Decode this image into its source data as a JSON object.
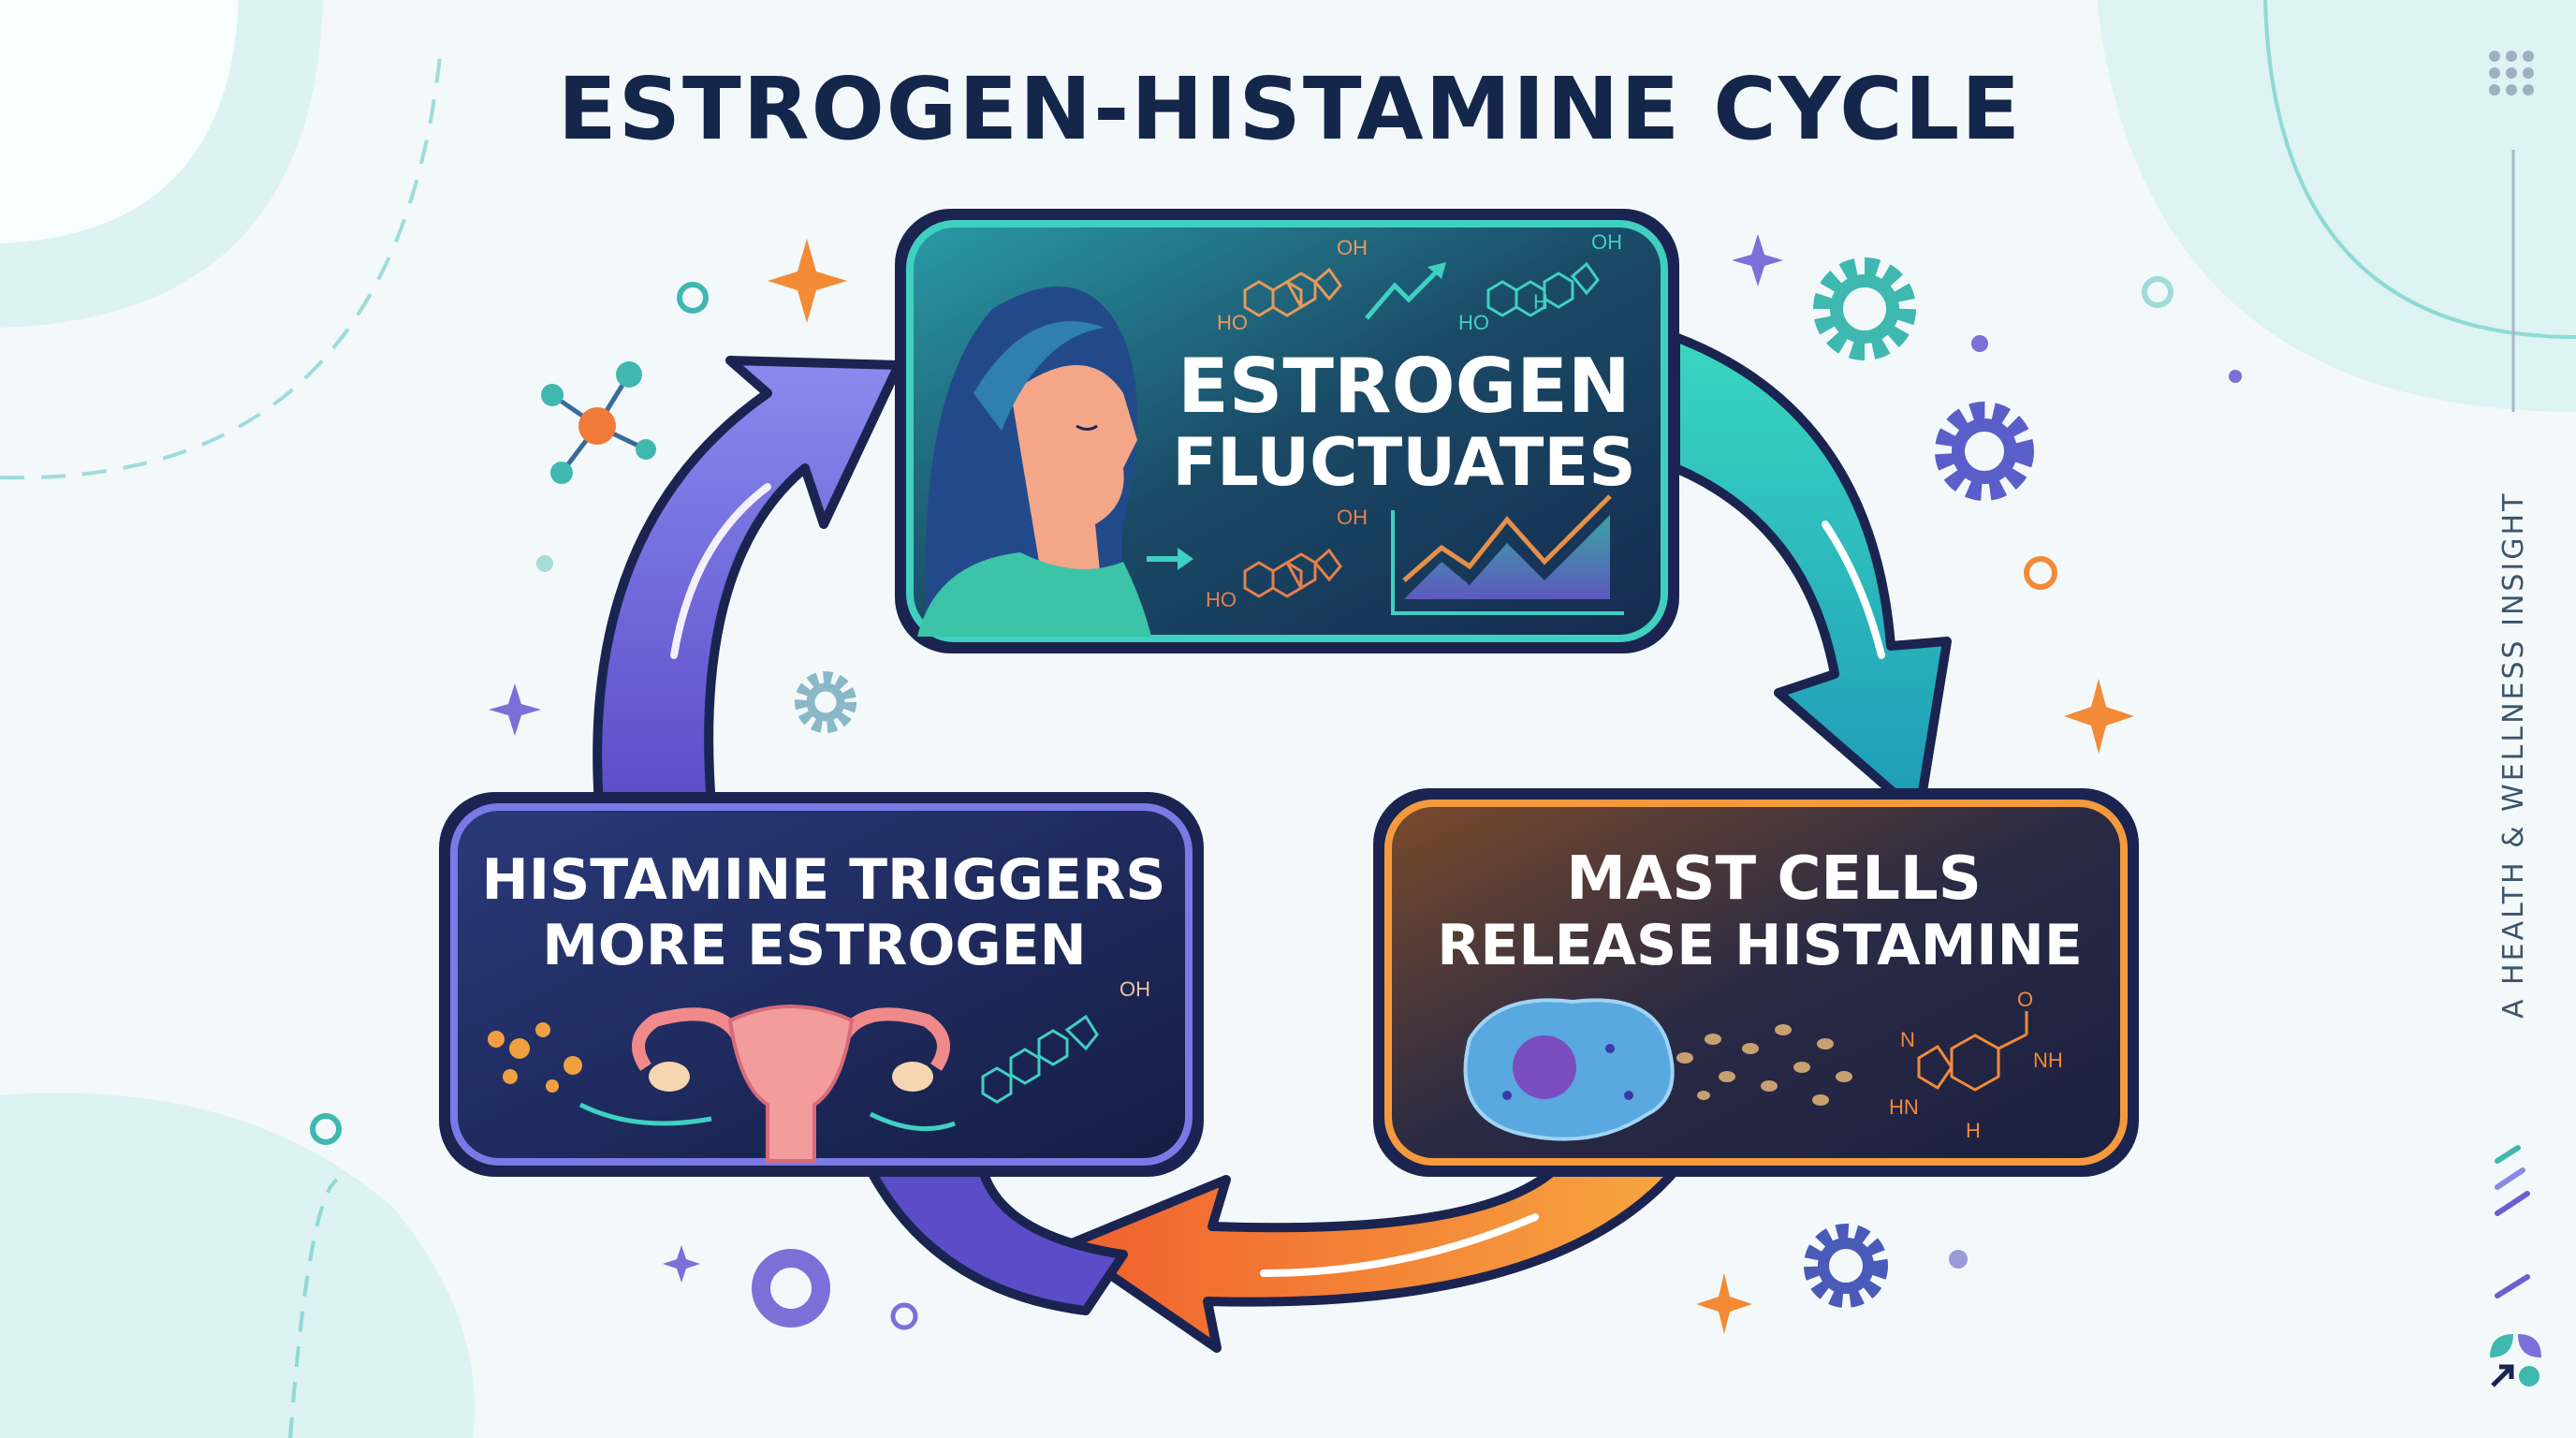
{
  "title": "ESTROGEN-HISTAMINE CYCLE",
  "side_caption": "A HEALTH & WELLNESS INSIGHT",
  "steps": [
    {
      "line1": "ESTROGEN",
      "line2": "FLUCTUATES",
      "color": "#2fb3ad"
    },
    {
      "line1": "MAST CELLS",
      "line2": "RELEASE HISTAMINE",
      "color": "#f08a3a"
    },
    {
      "line1": "HISTAMINE TRIGGERS",
      "line2": "MORE ESTROGEN",
      "color": "#6a6ad8"
    }
  ],
  "molecule_labels": {
    "oh": "OH",
    "ho": "HO",
    "h": "H",
    "n": "N",
    "hn": "HN",
    "nh": "NH",
    "o": "O"
  },
  "colors": {
    "navy": "#14264a",
    "teal": "#2fc2b4",
    "purple": "#6b5fd6",
    "orange": "#f28a36",
    "background": "#f3f8fa"
  },
  "icons": [
    "woman-profile-icon",
    "estrogen-molecule-icon",
    "trend-chart-icon",
    "mast-cell-icon",
    "histamine-molecule-icon",
    "uterus-icon",
    "gear-icon",
    "sparkle-icon",
    "molecule-icon",
    "grid-dots-icon",
    "logo-icon"
  ]
}
